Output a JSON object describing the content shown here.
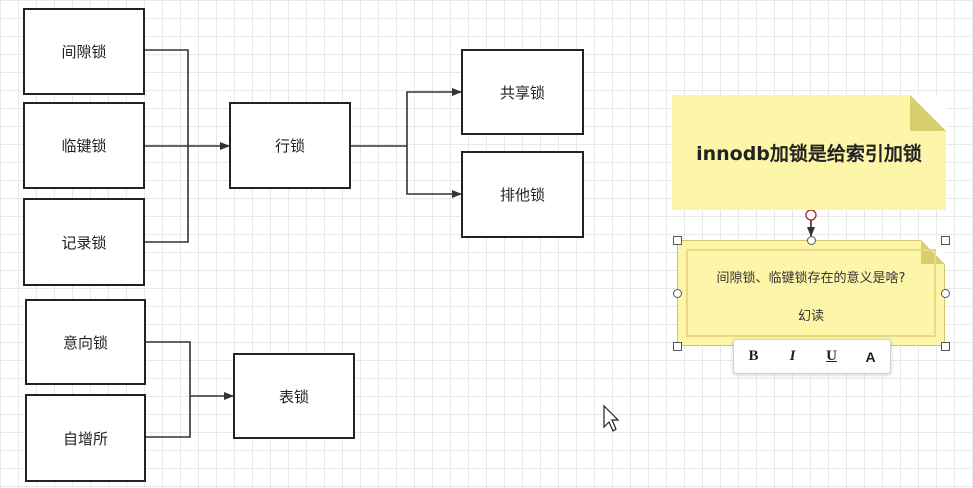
{
  "diagram": {
    "nodes": {
      "gap_lock": "间隙锁",
      "next_key_lock": "临键锁",
      "record_lock": "记录锁",
      "row_lock": "行锁",
      "shared_lock": "共享锁",
      "exclusive_lock": "排他锁",
      "intention_lock": "意向锁",
      "auto_inc": "自增所",
      "table_lock": "表锁"
    },
    "notes": {
      "main": "innodb加锁是给索引加锁",
      "question": "间隙锁、临键锁存在的意义是啥?",
      "answer": "幻读"
    }
  },
  "toolbar": {
    "bold": "B",
    "italic": "I",
    "underline": "U",
    "font_color": "A"
  },
  "colors": {
    "note_fill": "#fdf6a8",
    "line": "#333333",
    "grid": "#e9e9e9"
  }
}
